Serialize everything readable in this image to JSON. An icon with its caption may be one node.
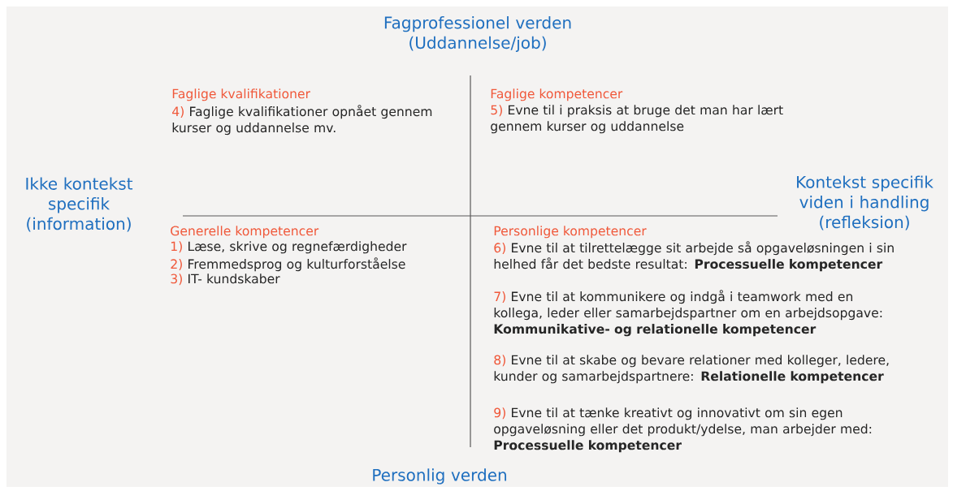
{
  "diagram": {
    "labels": [
      "Fagprofessionel verden (Uddannelse/job)",
      "Faglige kvalifikationer",
      "4)",
      "Faglige kvalifikationer opnået gennem kurser og uddannelse mv.",
      "Faglige kompetencer",
      "5)",
      "Evne til i praksis at bruge det man har lært gennem kurser og uddannelse",
      "Ikke kontekst specifik (information)",
      "Kontekst specifik viden i handling (refleksion)",
      "Generelle kompetencer",
      "1)",
      "Læse, skrive og regnefærdigheder",
      "2)",
      "Fremmedsprog og kulturforståelse",
      "3)",
      "IT- kundskaber",
      "Personlige kompetencer",
      "6)",
      "Evne til at tilrettelægge sit arbejde så opgaveløsningen i sin helhed får det bedste resultat: **Processuelle kompetencer**",
      "7)",
      "Evne til at kommunikere og indgå i teamwork med en kollega, leder eller samarbejdspartner om en arbejdsopgave: **Kommunikative- og relationelle kompetencer**",
      "8)",
      "Evne til at skabe og bevare relationer med kolleger, ledere, kunder og samarbejdspartnere: **Relationelle kompetencer**",
      "9)",
      "Evne til at tænke kreativt og innovativt om sin egen opgaveløsning eller det produkt/ydelse, man arbejder med: **Processuelle kompetencer**",
      "Personlig verden"
    ]
  }
}
